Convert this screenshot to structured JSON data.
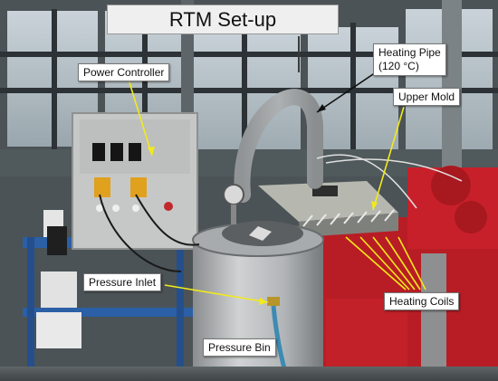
{
  "title": "RTM Set-up",
  "labels": {
    "power_controller": "Power Controller",
    "heating_pipe": "Heating Pipe",
    "heating_pipe_temp": "(120 °C)",
    "upper_mold": "Upper Mold",
    "pressure_inlet": "Pressure Inlet",
    "heating_coils": "Heating Coils",
    "pressure_bin": "Pressure Bin"
  },
  "colors": {
    "arrow_yellow": "#f2ea1a",
    "arrow_black": "#111111",
    "machine_red": "#c8202a",
    "bin_steel": "#b9bbbc"
  }
}
